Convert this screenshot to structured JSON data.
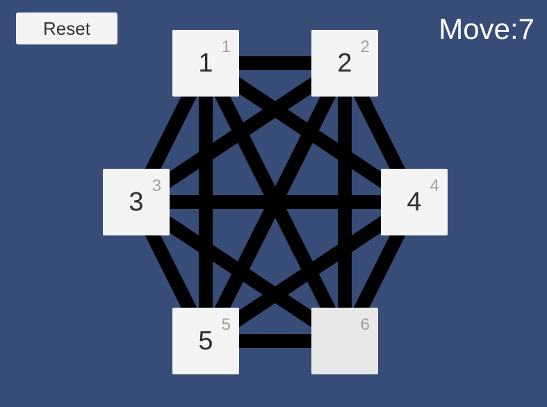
{
  "reset_label": "Reset",
  "move_counter": "Move:7",
  "colors": {
    "background": "#374c76",
    "edge": "#000000",
    "tile": "#f4f4f4",
    "empty_tile": "#e8e8e8",
    "value_text": "#2d2d2d",
    "index_text": "#a0a0a0"
  },
  "nodes": [
    {
      "index": "1",
      "value": "1"
    },
    {
      "index": "2",
      "value": "2"
    },
    {
      "index": "3",
      "value": "3"
    },
    {
      "index": "4",
      "value": "4"
    },
    {
      "index": "5",
      "value": "5"
    },
    {
      "index": "6",
      "value": ""
    }
  ],
  "edges": [
    [
      "1",
      "2"
    ],
    [
      "1",
      "3"
    ],
    [
      "1",
      "4"
    ],
    [
      "1",
      "5"
    ],
    [
      "1",
      "6"
    ],
    [
      "2",
      "3"
    ],
    [
      "2",
      "4"
    ],
    [
      "2",
      "5"
    ],
    [
      "2",
      "6"
    ],
    [
      "3",
      "4"
    ],
    [
      "3",
      "5"
    ],
    [
      "3",
      "6"
    ],
    [
      "4",
      "5"
    ],
    [
      "4",
      "6"
    ],
    [
      "5",
      "6"
    ]
  ]
}
